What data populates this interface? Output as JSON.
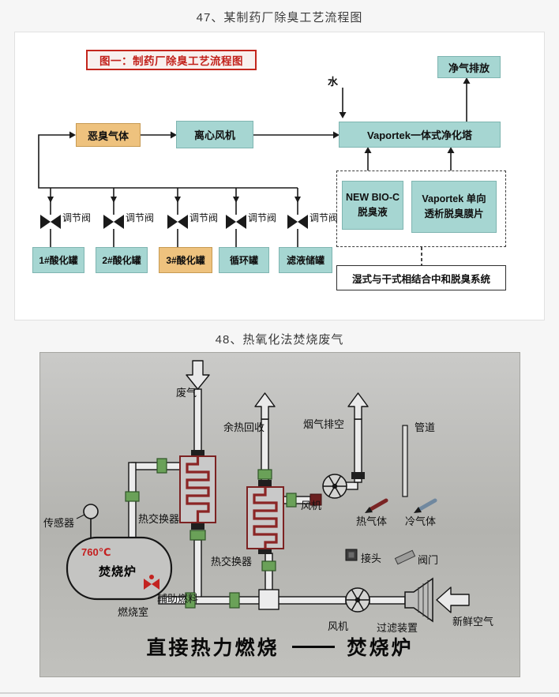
{
  "page": {
    "title1": "47、某制药厂除臭工艺流程图",
    "title2": "48、热氧化法焚烧废气"
  },
  "diagram1": {
    "title": "图一：制药厂除臭工艺流程图",
    "clean_air": "净气排放",
    "water": "水",
    "odor_gas": "恶臭气体",
    "fan": "离心风机",
    "tower": "Vaportek一体式净化塔",
    "bioc_line1": "NEW  BIO-C",
    "bioc_line2": "脱臭液",
    "membrane_line1": "Vaportek 单向",
    "membrane_line2": "透析脱臭膜片",
    "system": "湿式与干式相结合中和脱臭系统",
    "valve_labels": [
      "调节阀",
      "调节阀",
      "调节阀",
      "调节阀",
      "调节阀"
    ],
    "tanks": [
      "1#酸化罐",
      "2#酸化罐",
      "3#酸化罐",
      "循环罐",
      "滤液储罐"
    ],
    "colors": {
      "teal": "#a6d6d2",
      "orange": "#eec27e",
      "title_red": "#c2211b"
    }
  },
  "diagram2": {
    "waste_gas": "废气",
    "heat_recovery": "余热回收",
    "flue_exhaust": "烟气排空",
    "pipe": "管道",
    "heat_exchanger_top": "热交换器",
    "heat_exchanger_mid": "热交换器",
    "sensor": "传感器",
    "temperature": "760℃",
    "incinerator": "焚烧炉",
    "aux_fuel": "辅助燃料",
    "combustion_chamber": "燃烧室",
    "fan_top": "风机",
    "fan_bottom": "风机",
    "hot_gas": "热气体",
    "cold_gas": "冷气体",
    "joint": "接头",
    "valve": "阀门",
    "filter": "过滤装置",
    "fresh_air": "新鲜空气",
    "caption_left": "直接热力燃烧",
    "caption_right": "焚烧炉",
    "colors": {
      "coil_red": "#8b2525",
      "fitting_green": "#6aa158",
      "temp_red": "#c41f1f"
    }
  }
}
